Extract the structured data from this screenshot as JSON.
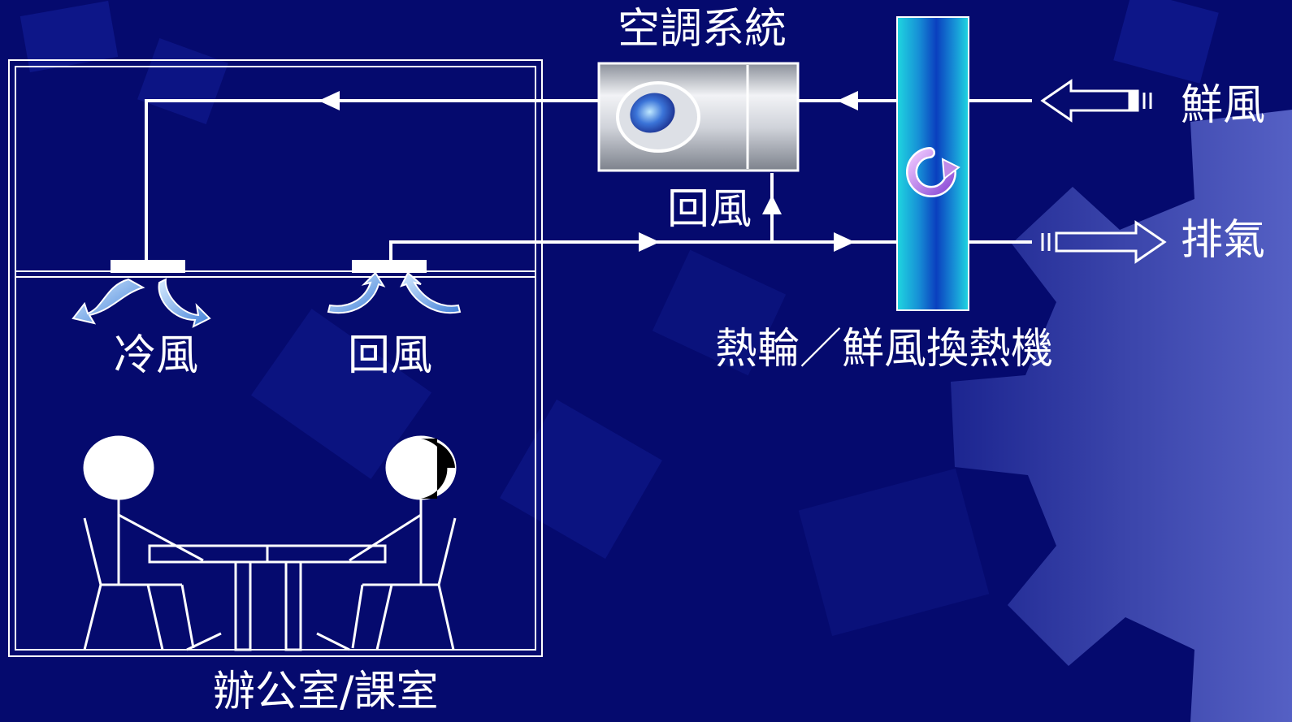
{
  "labels": {
    "ac_system": "空調系統",
    "fresh_air": "鮮風",
    "exhaust": "排氣",
    "return_air_duct": "回風",
    "cold_air": "冷風",
    "return_air_room": "回風",
    "heat_wheel": "熱輪／鮮風換熱機",
    "room": "辦公室/課室"
  },
  "colors": {
    "background": "#050a6e",
    "line": "#ffffff",
    "wheel_cyan": "#1fd6e0",
    "wheel_blue": "#0a3fbf",
    "unit_silver": "#c9ccd3",
    "arrow_blue": "#4a8ae0",
    "gear": "#4a55b8"
  },
  "icons": {
    "rotation": "rotation-arrow-icon",
    "fresh_in": "fresh-air-in-arrow-icon",
    "exhaust_out": "exhaust-out-arrow-icon"
  }
}
